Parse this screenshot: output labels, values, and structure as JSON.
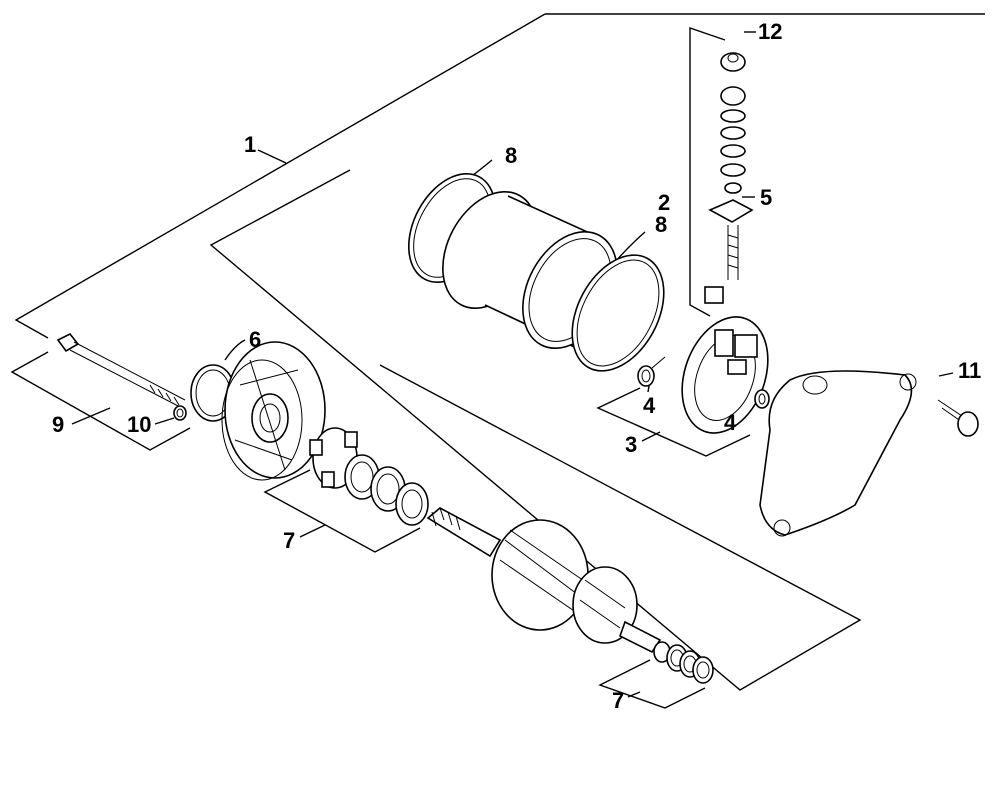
{
  "callouts": {
    "c1": "1",
    "c2": "2",
    "c3": "3",
    "c4a": "4",
    "c4b": "4",
    "c5": "5",
    "c6": "6",
    "c7a": "7",
    "c7b": "7",
    "c8a": "8",
    "c8b": "8",
    "c9": "9",
    "c10": "10",
    "c11": "11",
    "c12": "12"
  }
}
